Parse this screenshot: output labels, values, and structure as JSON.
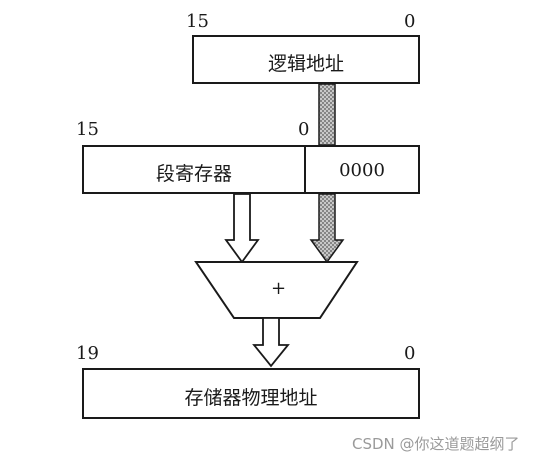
{
  "logical_address": {
    "label": "逻辑地址",
    "bit_high": "15",
    "bit_low": "0"
  },
  "segment_register": {
    "label": "段寄存器",
    "bit_high": "15",
    "bit_low": "0",
    "appended_bits": "0000"
  },
  "adder": {
    "symbol": "+"
  },
  "physical_address": {
    "label": "存储器物理地址",
    "bit_high": "19",
    "bit_low": "0"
  },
  "watermark": {
    "text": "CSDN @你这道题超纲了"
  },
  "colors": {
    "stroke": "#1a1a1a",
    "dotted_fill": "#8c8c8c",
    "watermark": "#9a9a9a"
  }
}
